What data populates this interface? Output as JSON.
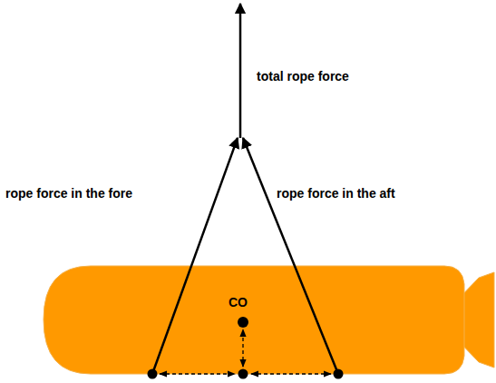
{
  "diagram": {
    "labels": [
      "total rope force",
      "rope force in the fore",
      "rope force in the aft",
      "CO"
    ]
  }
}
